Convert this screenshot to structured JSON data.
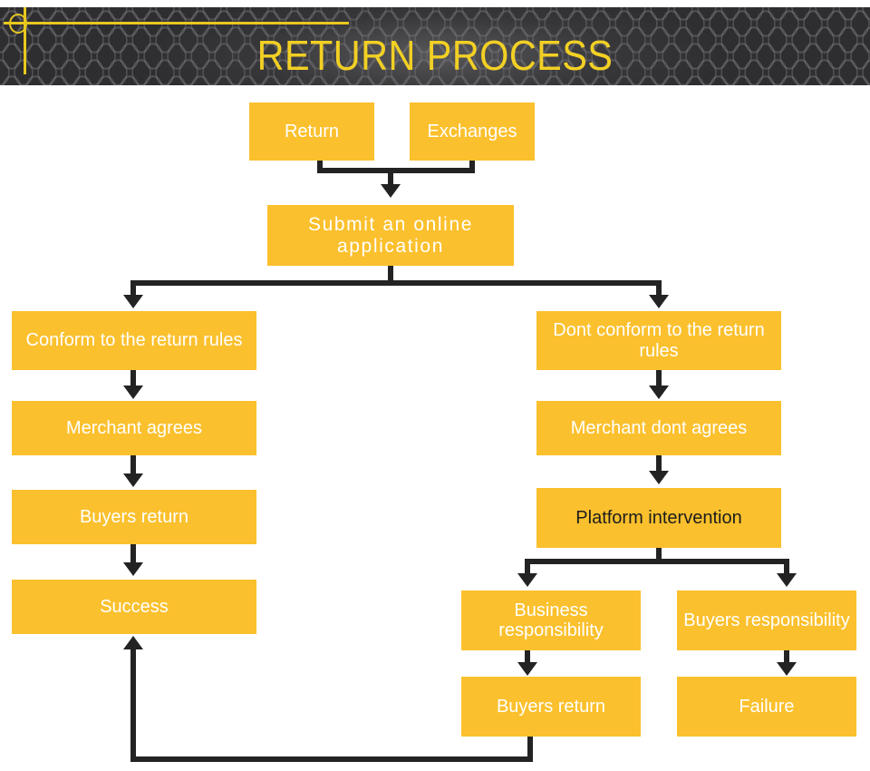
{
  "header": {
    "title": "RETURN PROCESS",
    "accent_color": "#F2D024",
    "background_color": "#2e2e30",
    "decor": {
      "circle": "circle-outline-icon",
      "horizontal_rule": "horizontal-rule-icon",
      "vertical_rule": "vertical-rule-icon"
    }
  },
  "theme": {
    "node_fill": "#FBC02D",
    "node_text": "#FFFFFF",
    "node_text_dark": "#1D1D1D",
    "connector_color": "#232323",
    "page_background": "#FFFFFF"
  },
  "flowchart": {
    "type": "flowchart",
    "nodes": [
      {
        "id": "return",
        "label": "Return"
      },
      {
        "id": "exchanges",
        "label": "Exchanges"
      },
      {
        "id": "submit",
        "label": "Submit an online application"
      },
      {
        "id": "conform",
        "label": "Conform to the return rules"
      },
      {
        "id": "dont-conform",
        "label": "Dont conform to the return rules"
      },
      {
        "id": "merchant-agrees",
        "label": "Merchant agrees"
      },
      {
        "id": "merchant-dont-agrees",
        "label": "Merchant dont agrees"
      },
      {
        "id": "buyers-return-left",
        "label": "Buyers return"
      },
      {
        "id": "platform-intervention",
        "label": "Platform intervention"
      },
      {
        "id": "success",
        "label": "Success"
      },
      {
        "id": "business-responsibility",
        "label": "Business responsibility"
      },
      {
        "id": "buyers-responsibility",
        "label": "Buyers responsibility"
      },
      {
        "id": "buyers-return-right",
        "label": "Buyers return"
      },
      {
        "id": "failure",
        "label": "Failure"
      }
    ],
    "edges": [
      {
        "from": "return",
        "to": "submit"
      },
      {
        "from": "exchanges",
        "to": "submit"
      },
      {
        "from": "submit",
        "to": "conform"
      },
      {
        "from": "submit",
        "to": "dont-conform"
      },
      {
        "from": "conform",
        "to": "merchant-agrees"
      },
      {
        "from": "merchant-agrees",
        "to": "buyers-return-left"
      },
      {
        "from": "buyers-return-left",
        "to": "success"
      },
      {
        "from": "dont-conform",
        "to": "merchant-dont-agrees"
      },
      {
        "from": "merchant-dont-agrees",
        "to": "platform-intervention"
      },
      {
        "from": "platform-intervention",
        "to": "business-responsibility"
      },
      {
        "from": "platform-intervention",
        "to": "buyers-responsibility"
      },
      {
        "from": "business-responsibility",
        "to": "buyers-return-right"
      },
      {
        "from": "buyers-responsibility",
        "to": "failure"
      },
      {
        "from": "buyers-return-right",
        "to": "success"
      }
    ]
  }
}
